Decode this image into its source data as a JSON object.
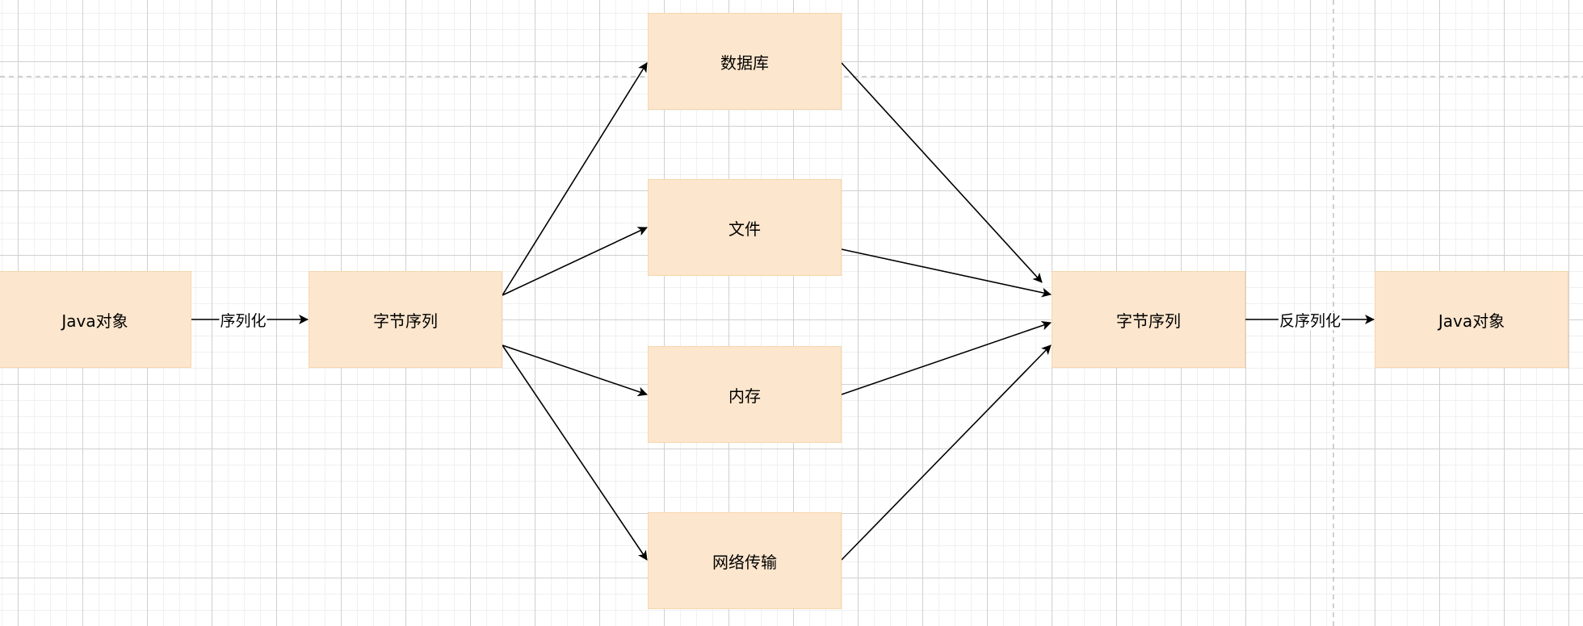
{
  "nodes": {
    "java_object_left": "Java对象",
    "byte_sequence_left": "字节序列",
    "database": "数据库",
    "file": "文件",
    "memory": "内存",
    "network": "网络传输",
    "byte_sequence_right": "字节序列",
    "java_object_right": "Java对象"
  },
  "edges": {
    "serialize": "序列化",
    "deserialize": "反序列化"
  },
  "colors": {
    "node_fill": "#fce6cd",
    "node_border": "#f6d7ad",
    "edge": "#000000"
  }
}
